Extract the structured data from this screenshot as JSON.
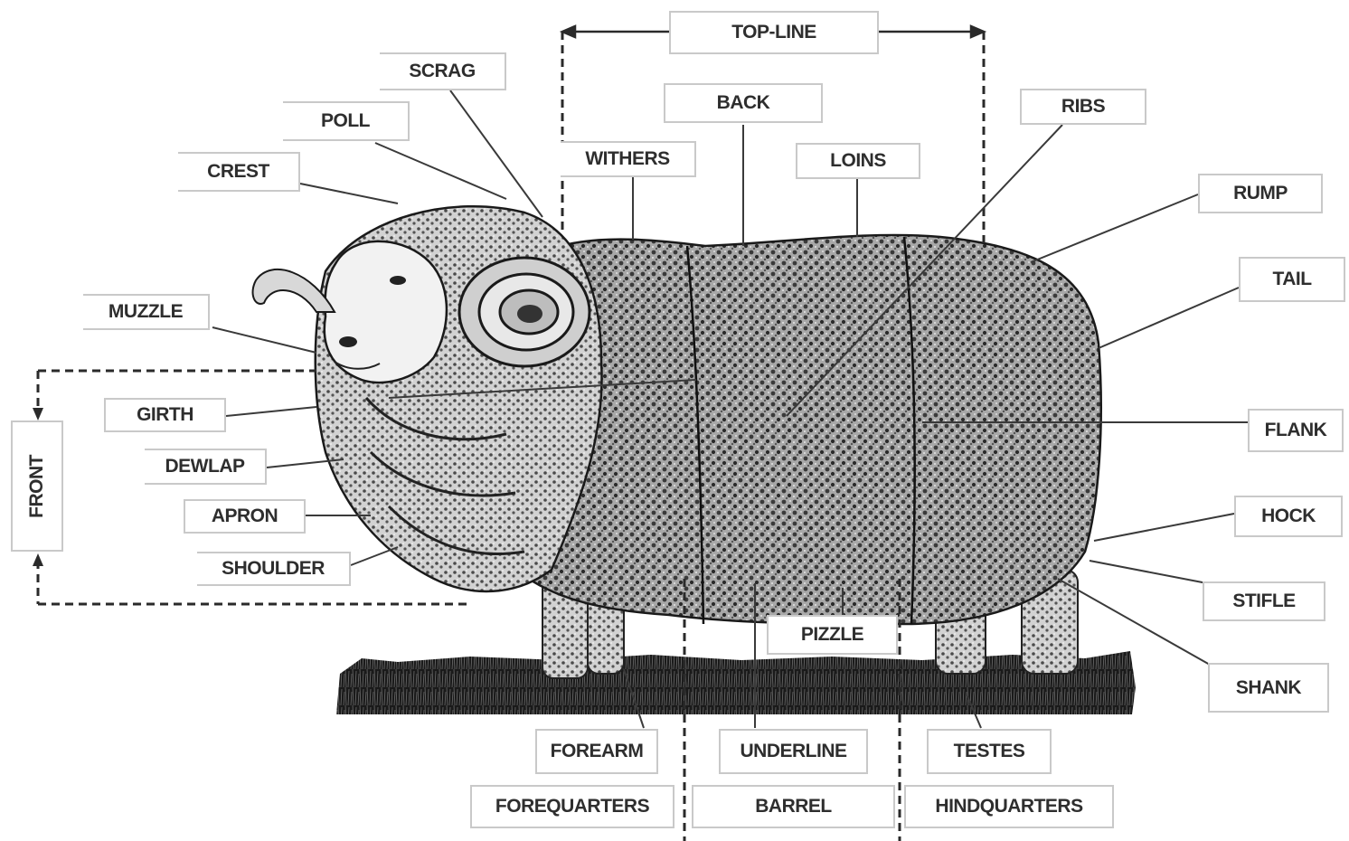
{
  "colors": {
    "ink": "#1c1c1c",
    "wool_light": "#9a9a9a",
    "label_border": "#c9c9c9",
    "grass": "#111111"
  },
  "labels": {
    "top_line": "TOP-LINE",
    "scrag": "SCRAG",
    "poll": "POLL",
    "crest": "CREST",
    "withers": "WITHERS",
    "back": "BACK",
    "loins": "LOINS",
    "ribs": "RIBS",
    "rump": "RUMP",
    "tail": "TAIL",
    "muzzle": "MUZZLE",
    "girth": "GIRTH",
    "dewlap": "DEWLAP",
    "apron": "APRON",
    "shoulder": "SHOULDER",
    "front": "FRONT",
    "flank": "FLANK",
    "hock": "HOCK",
    "stifle": "STIFLE",
    "shank": "SHANK",
    "pizzle": "PIZZLE",
    "forearm": "FOREARM",
    "underline": "UNDERLINE",
    "testes": "TESTES",
    "forequarters": "FOREQUARTERS",
    "barrel": "BARREL",
    "hindquarters": "HINDQUARTERS"
  }
}
